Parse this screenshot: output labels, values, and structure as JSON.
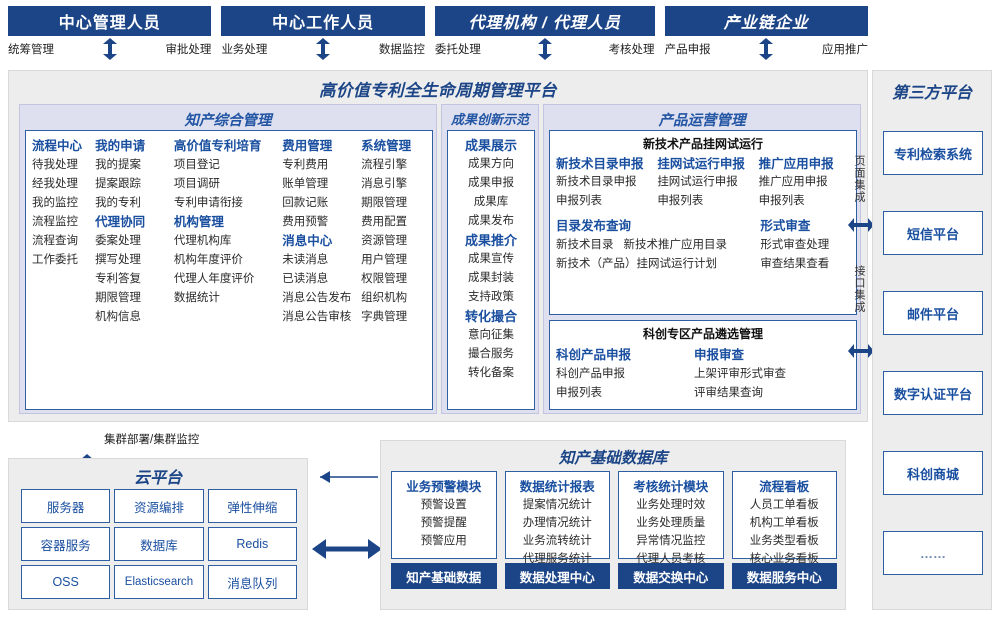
{
  "roles": [
    {
      "title": "中心管理人员",
      "left": "统筹管理",
      "right": "审批处理",
      "italic": false
    },
    {
      "title": "中心工作人员",
      "left": "业务处理",
      "right": "数据监控",
      "italic": false
    },
    {
      "title": "代理机构 / 代理人员",
      "left": "委托处理",
      "right": "考核处理",
      "italic": true
    },
    {
      "title": "产业链企业",
      "left": "产品申报",
      "right": "应用推广",
      "italic": true
    }
  ],
  "platform": {
    "title": "高价值专利全生命周期管理平台",
    "panels": {
      "zhichan": {
        "title": "知产综合管理",
        "columns": [
          {
            "groups": [
              {
                "head": "流程中心",
                "items": [
                  "待我处理",
                  "经我处理",
                  "我的监控",
                  "流程监控",
                  "流程查询",
                  "工作委托"
                ]
              }
            ]
          },
          {
            "groups": [
              {
                "head": "我的申请",
                "items": [
                  "我的提案",
                  "提案跟踪",
                  "我的专利"
                ]
              },
              {
                "head": "代理协同",
                "items": [
                  "委案处理",
                  "撰写处理",
                  "专利答复",
                  "期限管理",
                  "机构信息"
                ]
              }
            ]
          },
          {
            "groups": [
              {
                "head": "高价值专利培育",
                "items": [
                  "项目登记",
                  "项目调研",
                  "专利申请衔接"
                ]
              },
              {
                "head": "机构管理",
                "items": [
                  "代理机构库",
                  "机构年度评价",
                  "代理人年度评价",
                  "数据统计"
                ]
              }
            ]
          },
          {
            "groups": [
              {
                "head": "费用管理",
                "items": [
                  "专利费用",
                  "账单管理",
                  "回款记账",
                  "费用预警"
                ]
              },
              {
                "head": "消息中心",
                "items": [
                  "未读消息",
                  "已读消息",
                  "消息公告发布",
                  "消息公告审核"
                ]
              }
            ]
          },
          {
            "groups": [
              {
                "head": "系统管理",
                "items": [
                  "流程引擎",
                  "消息引擎",
                  "期限管理",
                  "费用配置",
                  "资源管理",
                  "用户管理",
                  "权限管理",
                  "组织机构",
                  "字典管理"
                ]
              }
            ]
          }
        ]
      },
      "chengguo": {
        "title": "成果创新示范",
        "groups": [
          {
            "head": "成果展示",
            "items": [
              "成果方向",
              "成果申报",
              "成果库",
              "成果发布"
            ]
          },
          {
            "head": "成果推介",
            "items": [
              "成果宣传",
              "成果封装",
              "支持政策"
            ]
          },
          {
            "head": "转化撮合",
            "items": [
              "意向征集",
              "撮合服务",
              "转化备案"
            ]
          }
        ]
      },
      "chanpin": {
        "title": "产品运营管理",
        "box1": {
          "title": "新技术产品挂网试运行",
          "columns": [
            {
              "head": "新技术目录申报",
              "items": [
                "新技术目录申报",
                "申报列表"
              ]
            },
            {
              "head": "挂网试运行申报",
              "items": [
                "挂网试运行申报",
                "申报列表"
              ]
            },
            {
              "head": "推广应用申报",
              "items": [
                "推广应用申报",
                "申报列表"
              ]
            }
          ],
          "row2_left_head": "目录发布查询",
          "row2_left_items": [
            "新技术目录",
            "新技术推广应用目录",
            "新技术（产品）挂网试运行计划"
          ],
          "row2_right_head": "形式审查",
          "row2_right_items": [
            "形式审查处理",
            "审查结果查看"
          ]
        },
        "box2": {
          "title": "科创专区产品遴选管理",
          "columns": [
            {
              "head": "科创产品申报",
              "items": [
                "科创产品申报",
                "申报列表"
              ]
            },
            {
              "head": "申报审查",
              "items": [
                "上架评审形式审查",
                "评审结果查询"
              ]
            }
          ]
        }
      }
    }
  },
  "integration": {
    "page": "页面集成",
    "api": "接口集成"
  },
  "third_party": {
    "title": "第三方平台",
    "items": [
      "专利检索系统",
      "短信平台",
      "邮件平台",
      "数字认证平台",
      "科创商城",
      "……"
    ]
  },
  "cluster_label": "集群部署/集群监控",
  "cloud": {
    "title": "云平台",
    "cells": [
      "服务器",
      "资源编排",
      "弹性伸缩",
      "容器服务",
      "数据库",
      "Redis",
      "OSS",
      "Elasticsearch",
      "消息队列"
    ]
  },
  "database": {
    "title": "知产基础数据库",
    "columns": [
      {
        "head": "业务预警模块",
        "items": [
          "预警设置",
          "预警提醒",
          "预警应用"
        ],
        "foot": "知产基础数据"
      },
      {
        "head": "数据统计报表",
        "items": [
          "提案情况统计",
          "办理情况统计",
          "业务流转统计",
          "代理服务统计"
        ],
        "foot": "数据处理中心"
      },
      {
        "head": "考核统计模块",
        "items": [
          "业务处理时效",
          "业务处理质量",
          "异常情况监控",
          "代理人员考核"
        ],
        "foot": "数据交换中心"
      },
      {
        "head": "流程看板",
        "items": [
          "人员工单看板",
          "机构工单看板",
          "业务类型看板",
          "核心业务看板"
        ],
        "foot": "数据服务中心"
      }
    ]
  },
  "colors": {
    "primary": "#1c4587",
    "accent": "#2e5fa3",
    "panel": "#dfe0ef",
    "bg": "#ededed"
  }
}
